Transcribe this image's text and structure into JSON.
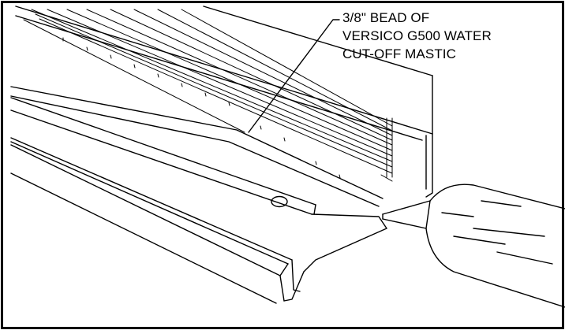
{
  "callout": {
    "line1": "3/8\" BEAD OF",
    "line2": "VERSICO G500 WATER",
    "line3": "CUT-OFF MASTIC"
  },
  "colors": {
    "ink": "#000000",
    "paper": "#ffffff"
  }
}
